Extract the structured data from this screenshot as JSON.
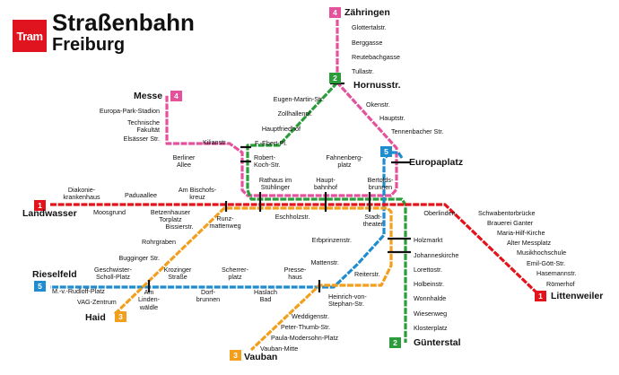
{
  "header": {
    "logo_text": "Tram",
    "title": "Straßenbahn",
    "subtitle": "Freiburg"
  },
  "colors": {
    "line1": "#e3131b",
    "line2": "#2a9d3a",
    "line3": "#f29f1e",
    "line4": "#e4529c",
    "line5": "#1f8ccf"
  },
  "termini": {
    "zaehringen": "Zähringen",
    "hornusstr": "Hornusstr.",
    "messe": "Messe",
    "europaplatz": "Europaplatz",
    "landwasser": "Landwasser",
    "rieselfeld": "Rieselfeld",
    "haid": "Haid",
    "guenterstal": "Günterstal",
    "vauban": "Vauban",
    "littenweiler": "Littenweiler"
  },
  "badges": {
    "zaehringen": "4",
    "hornusstr": "2",
    "messe": "4",
    "europaplatz": "5",
    "landwasser": "1",
    "rieselfeld": "5",
    "haid": "3",
    "guenterstal": "2",
    "vauban": "3",
    "littenweiler": "1"
  },
  "stations": {
    "glottertalstr": "Glottertalstr.",
    "berggasse": "Berggasse",
    "reutebachgasse": "Reutebachgasse",
    "tullastr": "Tullastr.",
    "eugen_martin": "Eugen-Martin-Str.",
    "zollhallenpl": "Zollhallenpl.",
    "hauptfriedhof": "Hauptfriedhof",
    "ebert_pl": "F.-Ebert-Pl.",
    "okenstr": "Okenstr.",
    "hauptstr": "Hauptstr.",
    "tennenbacher": "Tennenbacher Str.",
    "europa_park": "Europa-Park-Stadion",
    "technische_fakultaet": "Technische\nFakultät",
    "elsaesser": "Elsässer Str.",
    "kilianstr": "Kilianstr.",
    "berliner_allee": "Berliner\nAllee",
    "robert_koch": "Robert-\nKoch-Str.",
    "fahnenbergplatz": "Fahnenberg-\nplatz",
    "rathaus": "Rathaus im\nStühlinger",
    "hauptbahnhof": "Haupt-\nbahnhof",
    "bertoldsbrunnen": "Bertolds-\nbrunnen",
    "diakonie": "Diakonie-\nkrankenhaus",
    "paduaallee": "Paduaallee",
    "bischofskreuz": "Am Bischofs-\nkreuz",
    "moosgrund": "Moosgrund",
    "betzenhauser": "Betzenhauser\nTorplatz",
    "bissierstr": "Bissierstr.",
    "runzmattenweg": "Runz-\nmattenweg",
    "eschholzstr": "Eschholzstr.",
    "stadttheater": "Stadt-\ntheater",
    "oberlinden": "Oberlinden",
    "schwabentor": "Schwabentorbrücke",
    "brauerei_ganter": "Brauerei Ganter",
    "maria_hilf": "Maria-Hilf-Kirche",
    "alter_messplatz": "Alter Messplatz",
    "musikhochschule": "Musikhochschule",
    "emil_goett": "Emil-Gött-Str.",
    "hasemannstr": "Hasemannstr.",
    "roemerhof": "Römerhof",
    "rohrgraben": "Rohrgraben",
    "bugginger": "Bugginger Str.",
    "geschwister_scholl": "Geschwister-\nScholl-Platz",
    "rudolf_platz": "M.-v.-Rudloff-Platz",
    "vag_zentrum": "VAG-Zentrum",
    "krozinger": "Krozinger\nStraße",
    "scherrerplatz": "Scherrer-\nplatz",
    "pressehaus": "Presse-\nhaus",
    "am_lindenwaeldle": "Am\nLinden-\nwäldle",
    "dorfbrunnen": "Dorf-\nbrunnen",
    "haslach_bad": "Haslach\nBad",
    "erbprinzenstr": "Erbprinzenstr.",
    "mattenstr": "Mattenstr.",
    "reiterstr": "Reiterstr.",
    "heinrich_stephan": "Heinrich-von-\nStephan-Str.",
    "weddigenstr": "Weddigenstr.",
    "peter_thumb": "Peter-Thumb-Str.",
    "paula_modersohn": "Paula-Modersohn-Platz",
    "vauban_mitte": "Vauban-Mitte",
    "holzmarkt": "Holzmarkt",
    "johanneskirche": "Johanneskirche",
    "lorettostr": "Lorettostr.",
    "holbeinstr": "Holbeinstr.",
    "wonnhalde": "Wonnhalde",
    "wiesenweg": "Wiesenweg",
    "klosterplatz": "Klosterplatz"
  }
}
